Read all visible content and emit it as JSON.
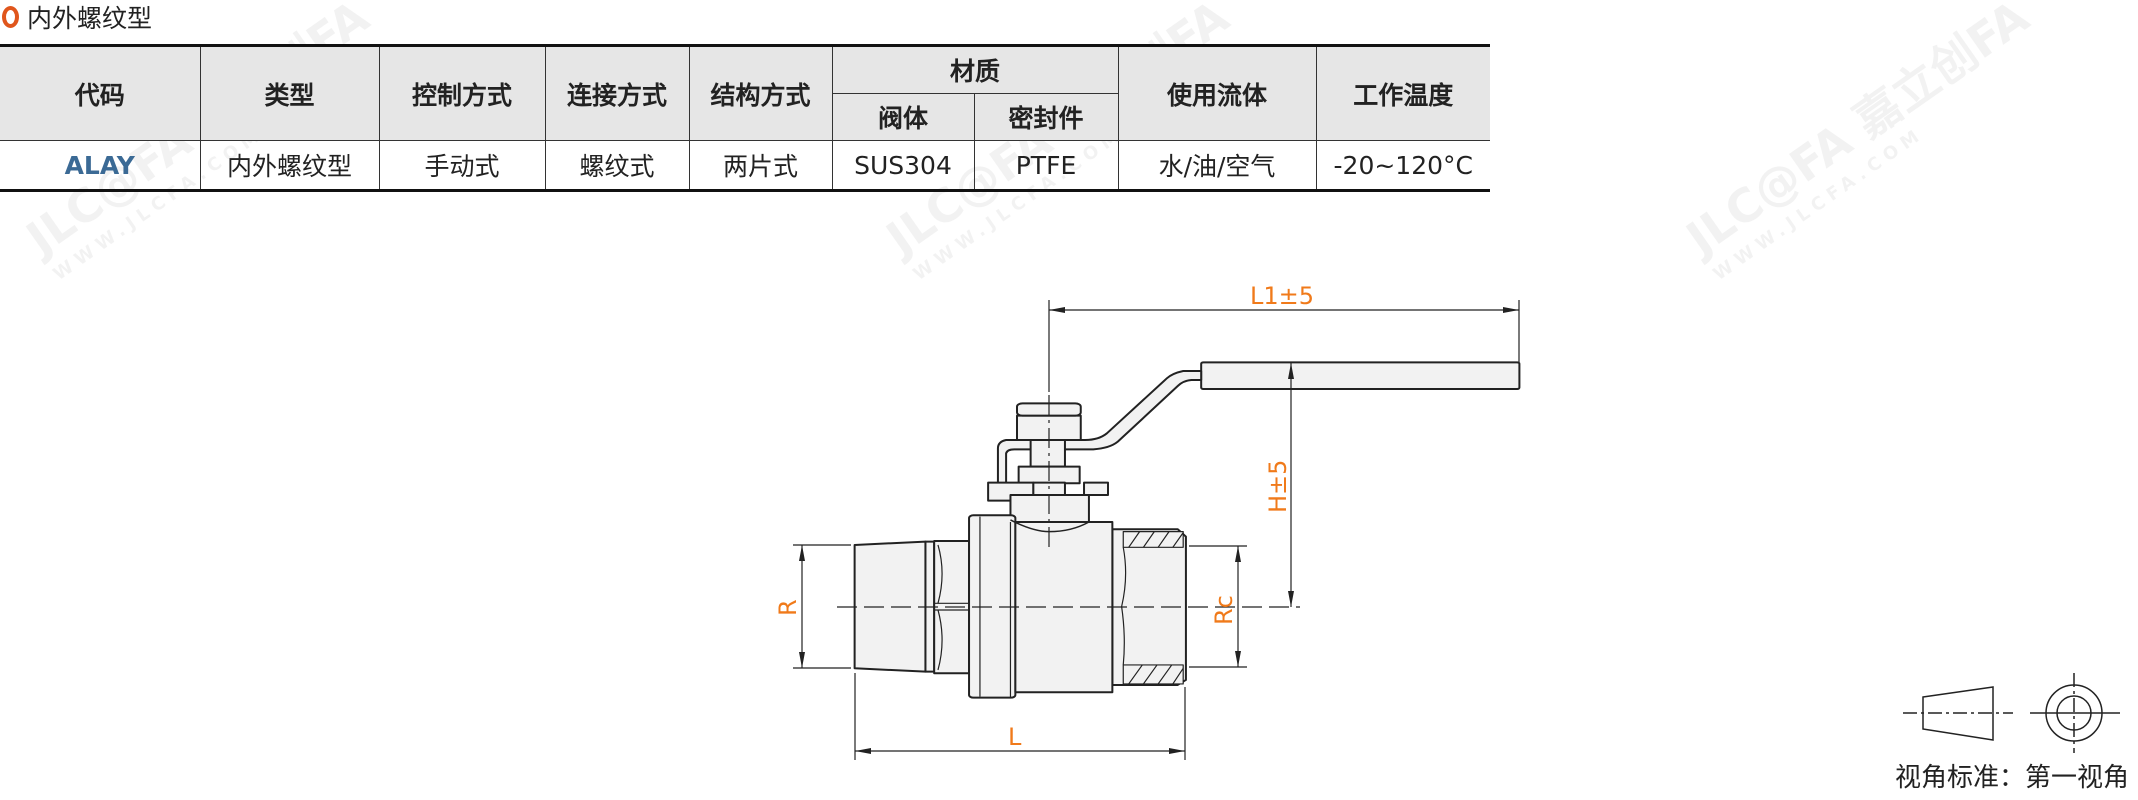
{
  "section_title": "内外螺纹型",
  "table": {
    "headers": {
      "code": "代码",
      "type": "类型",
      "control": "控制方式",
      "connection": "连接方式",
      "structure": "结构方式",
      "material": "材质",
      "body": "阀体",
      "seal": "密封件",
      "fluid": "使用流体",
      "temperature": "工作温度"
    },
    "row": {
      "code": "ALAY",
      "type": "内外螺纹型",
      "control": "手动式",
      "connection": "螺纹式",
      "structure": "两片式",
      "body": "SUS304",
      "seal": "PTFE",
      "fluid": "水/油/空气",
      "temperature": "-20~120°C"
    }
  },
  "drawing": {
    "dim_l1": "L1±5",
    "dim_h": "H±5",
    "dim_r": "R",
    "dim_rc": "Rc",
    "dim_l": "L"
  },
  "projection_label": "视角标准：第一视角",
  "watermark": {
    "brand": "JLC@FA 嘉立创FA",
    "url": "WWW.JLCFA.COM"
  },
  "colors": {
    "accent": "#f07a1a",
    "code": "#3b6a95",
    "header_bg": "#e6e6e6"
  }
}
